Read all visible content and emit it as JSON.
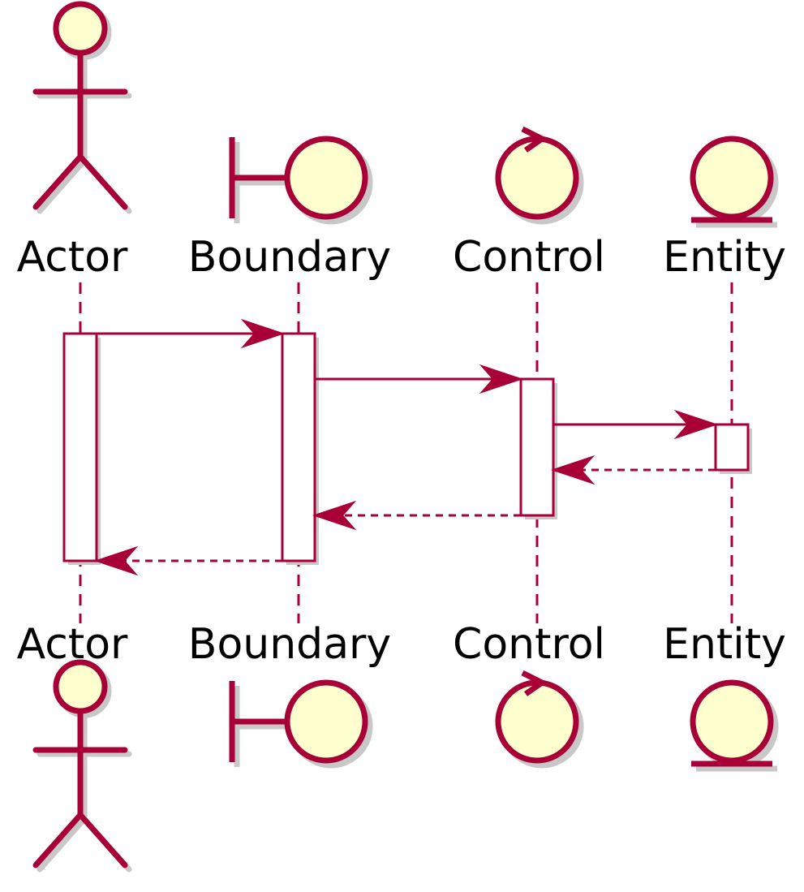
{
  "diagram": {
    "type": "sequence",
    "colors": {
      "line": "#A80036",
      "fill": "#FEFECE",
      "activation_fill": "#FFFFFF",
      "shadow": "#C8C8C8",
      "text": "#000000"
    },
    "participants": [
      {
        "id": "actor",
        "label": "Actor",
        "kind": "actor"
      },
      {
        "id": "boundary",
        "label": "Boundary",
        "kind": "boundary"
      },
      {
        "id": "control",
        "label": "Control",
        "kind": "control"
      },
      {
        "id": "entity",
        "label": "Entity",
        "kind": "entity"
      }
    ],
    "messages": [
      {
        "from": "actor",
        "to": "boundary",
        "style": "sync"
      },
      {
        "from": "boundary",
        "to": "control",
        "style": "sync"
      },
      {
        "from": "control",
        "to": "entity",
        "style": "sync"
      },
      {
        "from": "entity",
        "to": "control",
        "style": "return"
      },
      {
        "from": "control",
        "to": "boundary",
        "style": "return"
      },
      {
        "from": "boundary",
        "to": "actor",
        "style": "return"
      }
    ]
  }
}
